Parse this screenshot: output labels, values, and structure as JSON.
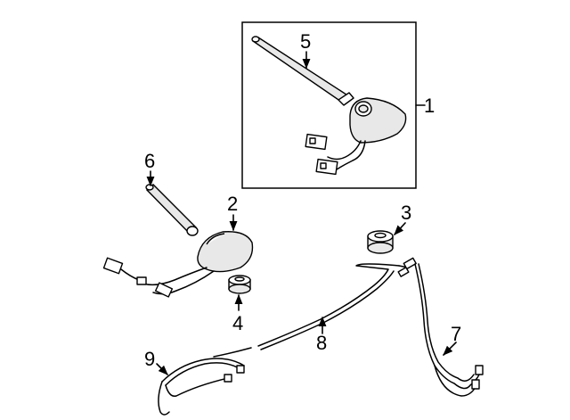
{
  "callouts": [
    {
      "id": "1",
      "label": "1"
    },
    {
      "id": "2",
      "label": "2"
    },
    {
      "id": "3",
      "label": "3"
    },
    {
      "id": "4",
      "label": "4"
    },
    {
      "id": "5",
      "label": "5"
    },
    {
      "id": "6",
      "label": "6"
    },
    {
      "id": "7",
      "label": "7"
    },
    {
      "id": "8",
      "label": "8"
    },
    {
      "id": "9",
      "label": "9"
    }
  ],
  "colors": {
    "line": "#000000",
    "background": "#ffffff",
    "shade": "#e8e8e8"
  }
}
